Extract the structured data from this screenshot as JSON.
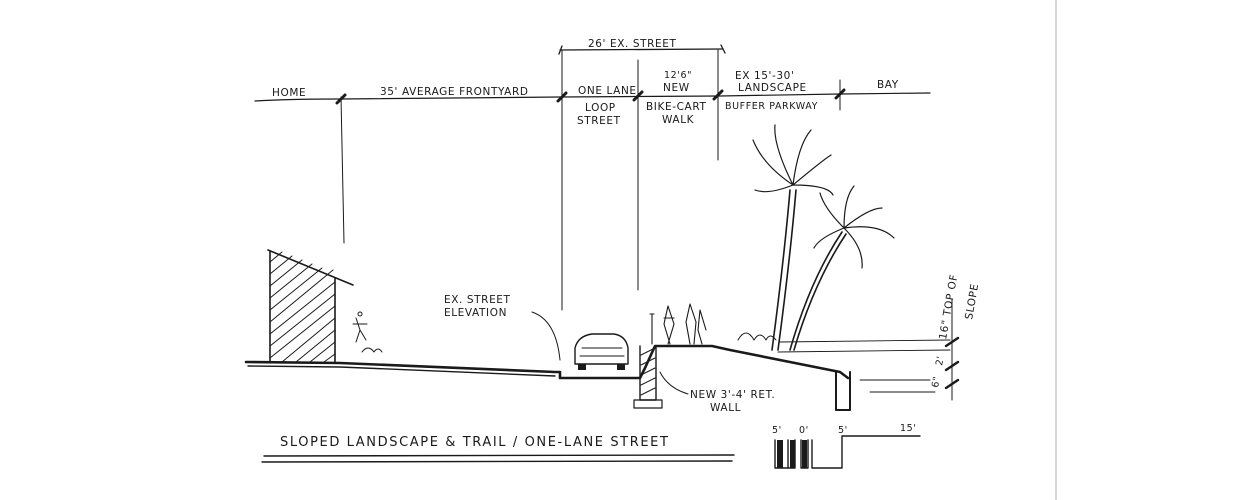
{
  "labels": {
    "street_width": "26' EX. STREET",
    "home": "HOME",
    "frontyard": "35' AVERAGE FRONTYARD",
    "one_lane": "ONE LANE",
    "new_width": "12'6\"",
    "new": "NEW",
    "ex_landscape_1": "EX 15'-30'",
    "ex_landscape_2": "LANDSCAPE",
    "bay": "BAY",
    "loop_1": "LOOP",
    "loop_2": "STREET",
    "bike_1": "BIKE-CART",
    "bike_2": "WALK",
    "buffer": "BUFFER PARKWAY",
    "ex_elev_1": "EX. STREET",
    "ex_elev_2": "ELEVATION",
    "wall_1": "NEW 3'-4' RET.",
    "wall_2": "WALL",
    "top_slope_1": "16\" TOP OF",
    "top_slope_2": "SLOPE",
    "dim_2": "2'",
    "dim_6": "6\"",
    "caption": "SLOPED LANDSCAPE & TRAIL / ONE-LANE STREET"
  },
  "scale_bar": {
    "labels": [
      "5'",
      "0'",
      "5'",
      "15'"
    ]
  },
  "colors": {
    "ink": "#1a1a1a",
    "paper": "#ffffff",
    "border": "#bfbfbf"
  }
}
